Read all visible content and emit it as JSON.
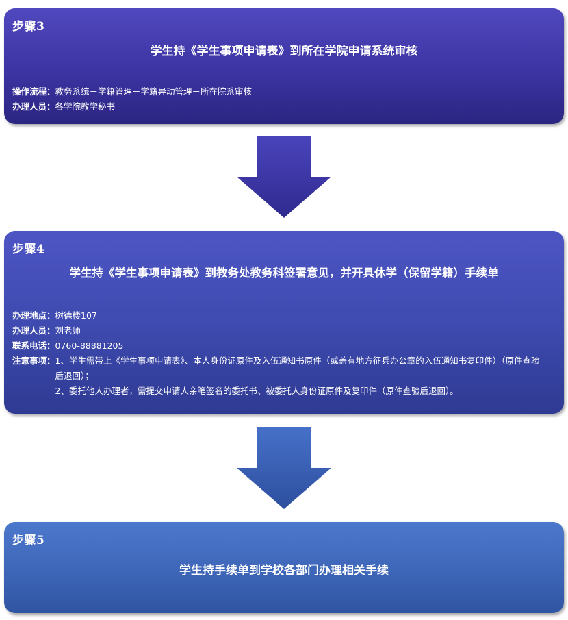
{
  "steps": {
    "step3": {
      "label": "步骤3",
      "title": "学生持《学生事项申请表》到所在学院申请系统审核",
      "process_key": "操作流程：",
      "process_value": "教务系统－学籍管理－学籍异动管理－所在院系审核",
      "staff_key": "办理人员：",
      "staff_value": "各学院教学秘书"
    },
    "step4": {
      "label": "步骤4",
      "title": "学生持《学生事项申请表》到教务处教务科签署意见，并开具休学（保留学籍）手续单",
      "location_key": "办理地点：",
      "location_value": "树德楼107",
      "staff_key": "办理人员：",
      "staff_value": "刘老师",
      "phone_key": "联系电话：",
      "phone_value": "0760-88881205",
      "notes_key": "注意事项：",
      "note1": "1、学生需带上《学生事项申请表》、本人身份证原件及入伍通知书原件（或盖有地方征兵办公章的入伍通知书复印件）（原件查验后退回）；",
      "note2": "2、委托他人办理者，需提交申请人亲笔签名的委托书、被委托人身份证原件及复印件（原件查验后退回）。"
    },
    "step5": {
      "label": "步骤5",
      "title": "学生持手续单到学校各部门办理相关手续"
    }
  },
  "colors": {
    "step3": "#3c34a2",
    "step4": "#3f4bb0",
    "step5": "#3e66b8",
    "arrow1": "#4036a8",
    "arrow2": "#3d5fb8"
  },
  "arrows": [
    "down-arrow",
    "down-arrow"
  ]
}
